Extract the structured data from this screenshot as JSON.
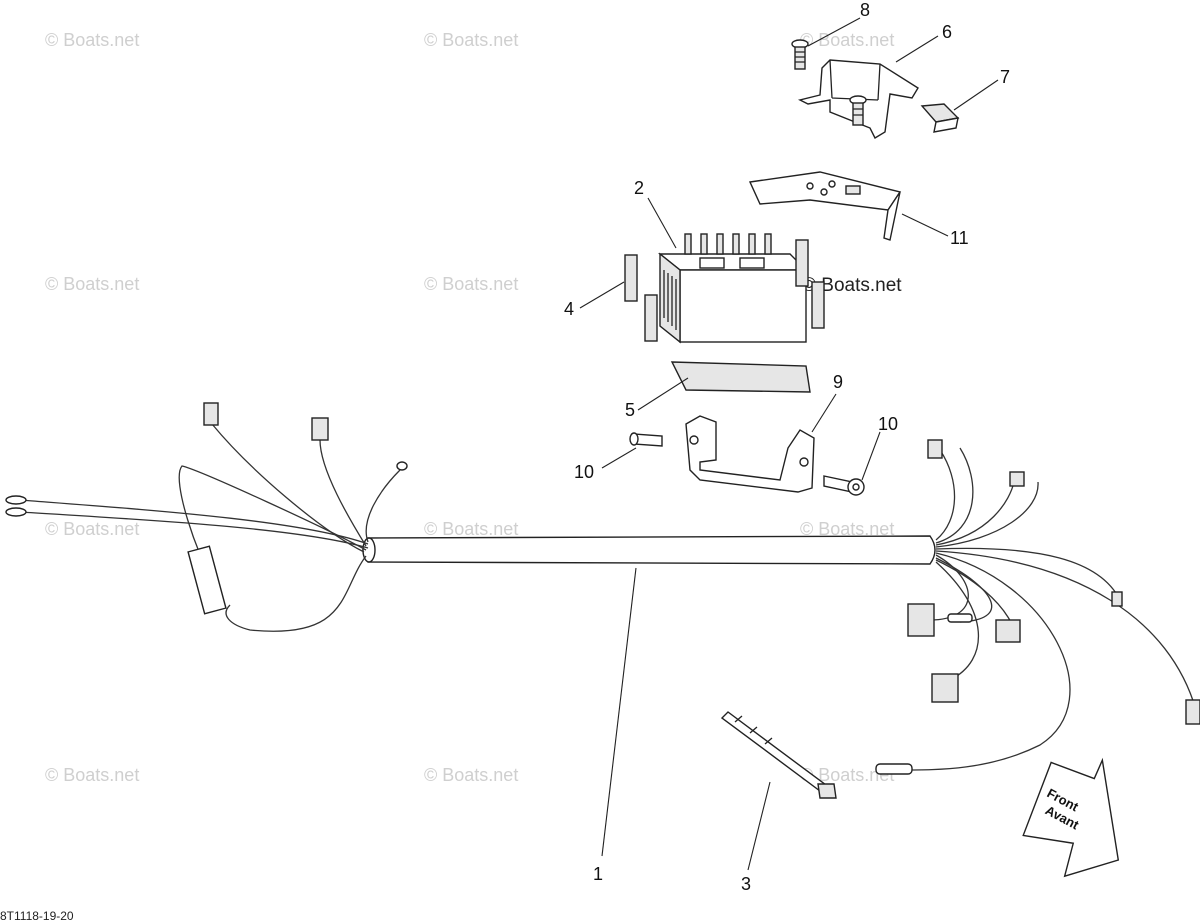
{
  "watermark": "© Boats.net",
  "watermark_prominent": "© Boats.net",
  "drawing_code": "8T1118-19-20",
  "front_arrow": {
    "line1": "Front",
    "line2": "Avant"
  },
  "callouts": {
    "c1": "1",
    "c2": "2",
    "c3": "3",
    "c4": "4",
    "c5": "5",
    "c6": "6",
    "c7": "7",
    "c8": "8",
    "c9": "9",
    "c10a": "10",
    "c10b": "10",
    "c11": "11"
  }
}
